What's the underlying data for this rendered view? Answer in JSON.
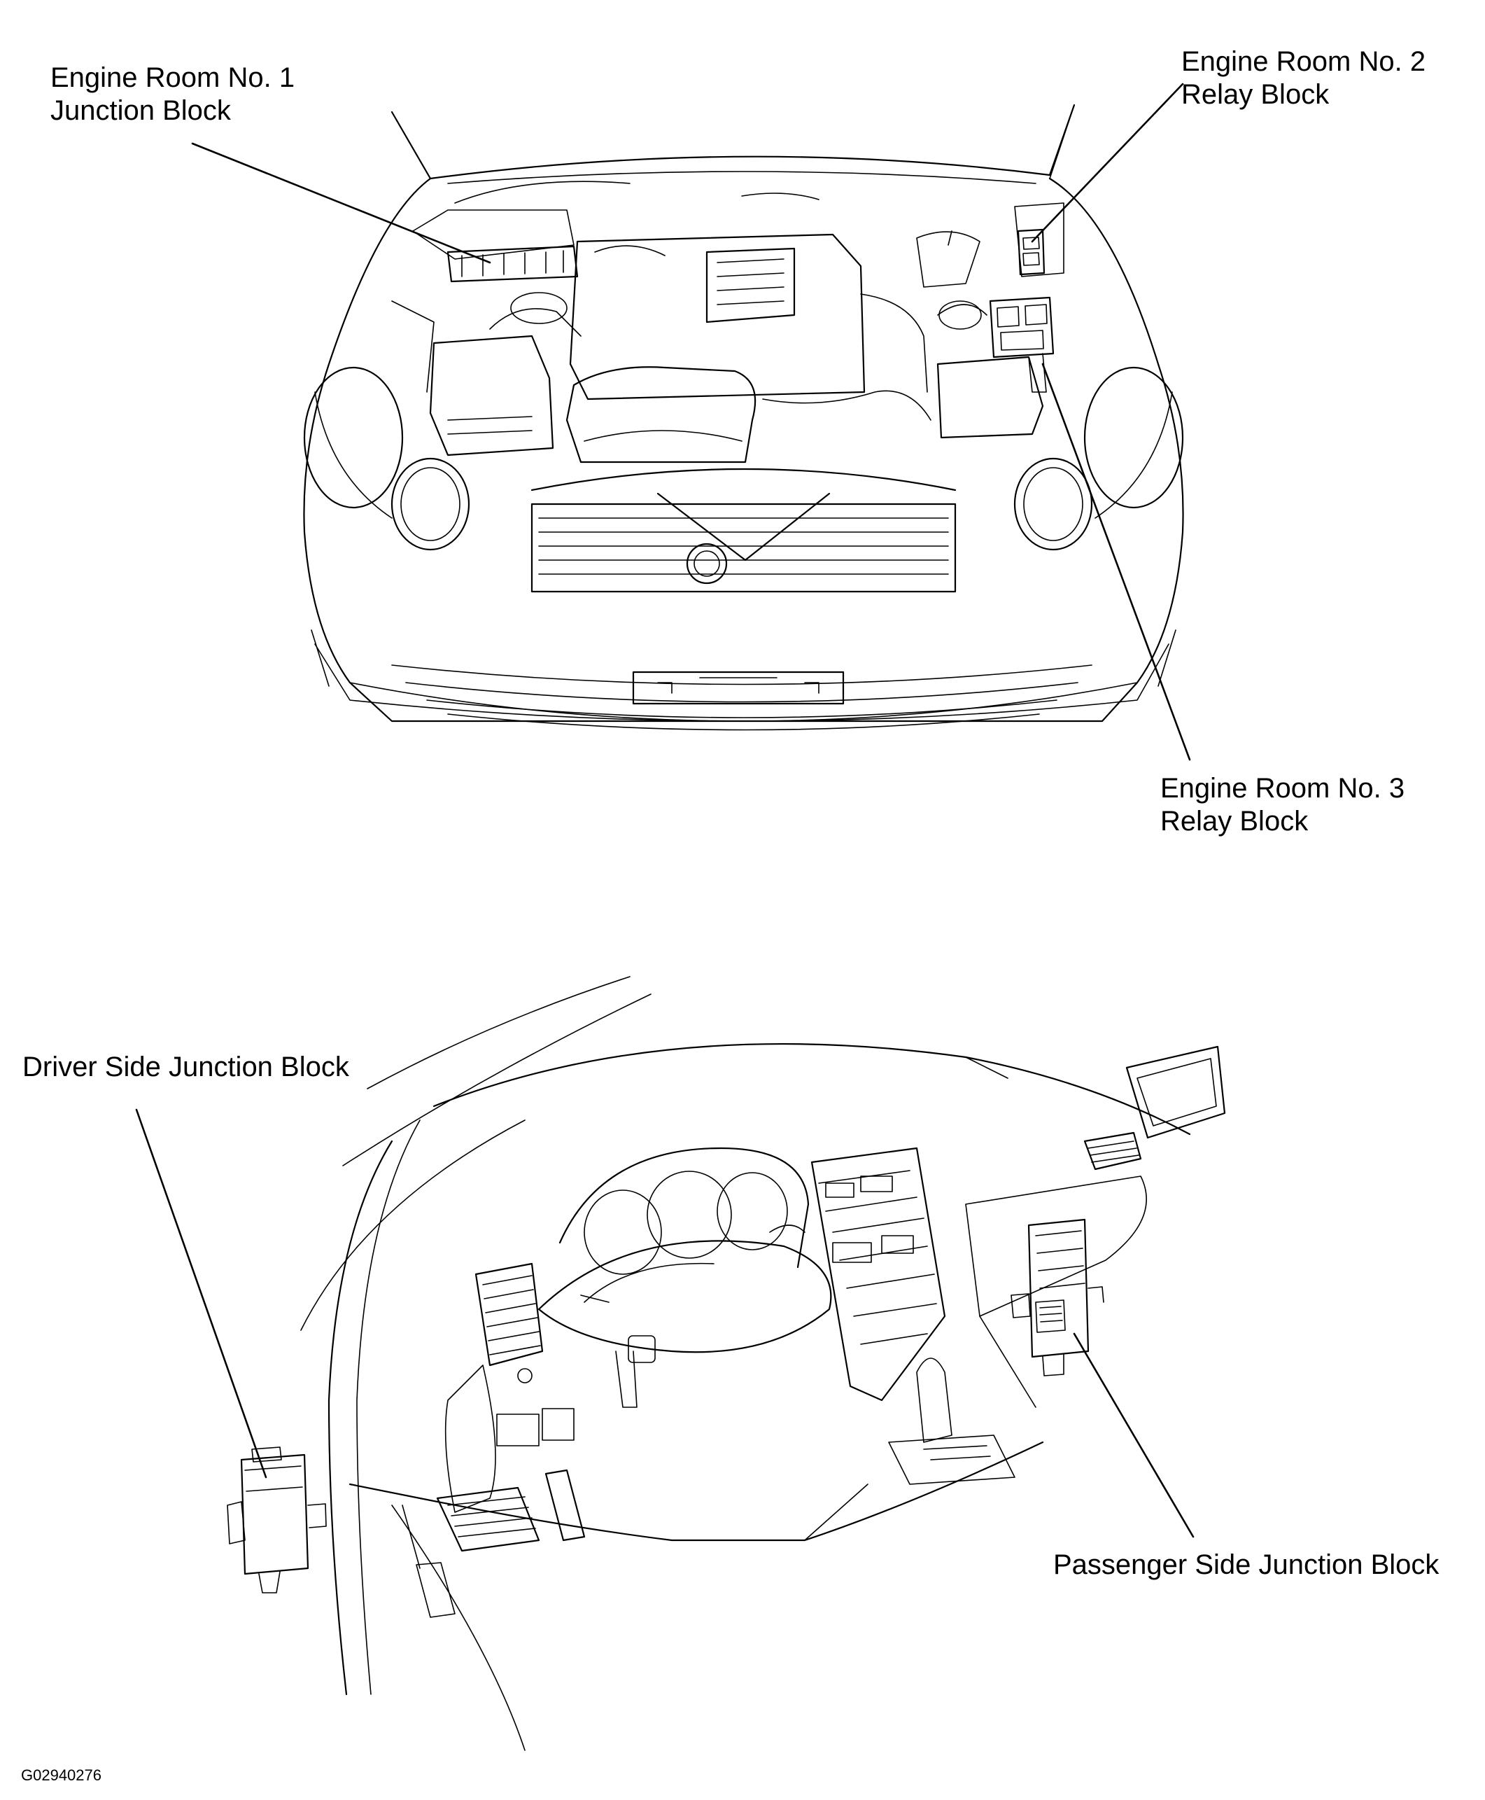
{
  "labels": {
    "engine_room_no1_junction_block": [
      "Engine Room No. 1",
      "Junction Block"
    ],
    "engine_room_no2_relay_block": [
      "Engine Room No. 2",
      "Relay Block"
    ],
    "engine_room_no3_relay_block": [
      "Engine Room No. 3",
      "Relay Block"
    ],
    "driver_side_junction_block": "Driver Side Junction Block",
    "passenger_side_junction_block": "Passenger Side Junction Block"
  },
  "figure_id": "G02940276",
  "colors": {
    "line": "#000000",
    "background": "#ffffff"
  }
}
